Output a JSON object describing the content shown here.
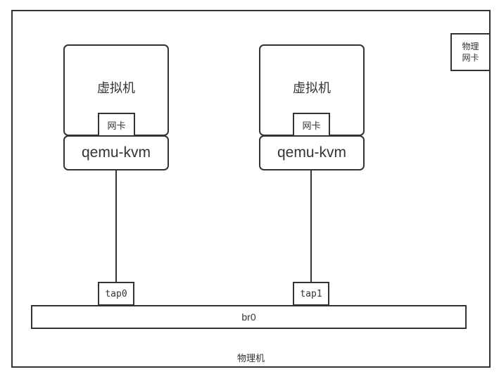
{
  "diagram": {
    "host_label": "物理机",
    "physical_nic_label": "物理\n网卡",
    "bridge_label": "br0",
    "vms": [
      {
        "vm_label": "虚拟机",
        "nic_label": "网卡",
        "hypervisor_label": "qemu-kvm",
        "tap_label": "tap0"
      },
      {
        "vm_label": "虚拟机",
        "nic_label": "网卡",
        "hypervisor_label": "qemu-kvm",
        "tap_label": "tap1"
      }
    ],
    "colors": {
      "stroke": "#333333",
      "background": "#ffffff"
    }
  }
}
